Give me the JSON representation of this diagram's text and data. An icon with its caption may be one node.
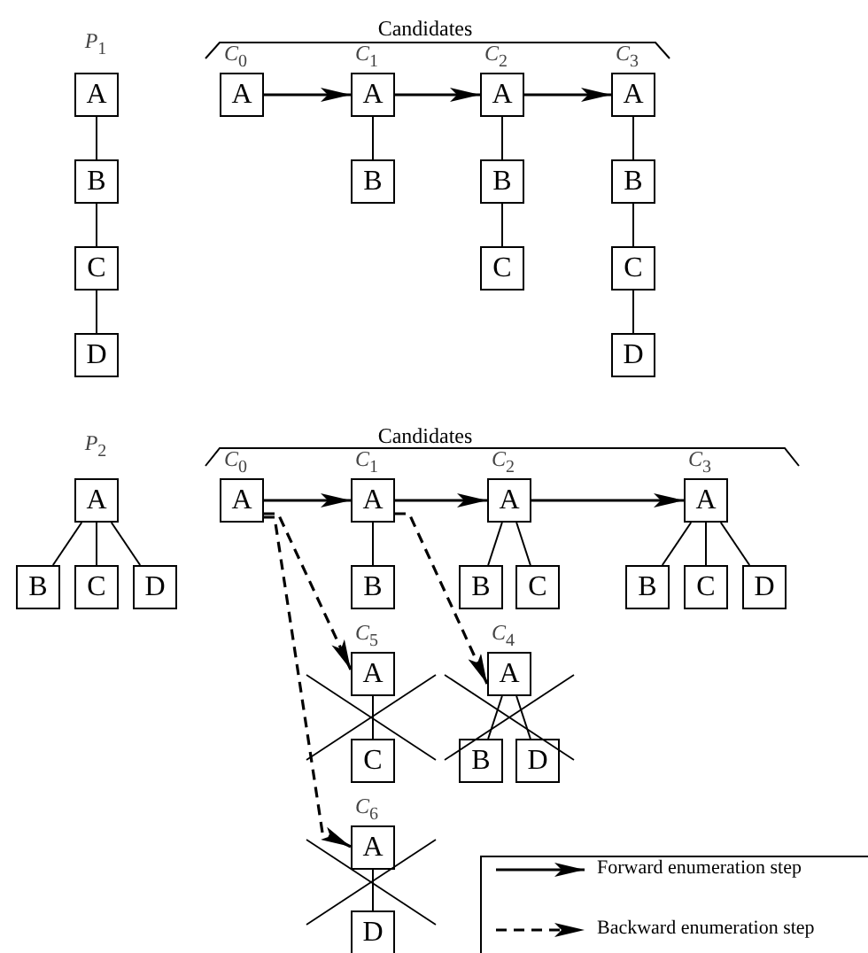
{
  "diagram": {
    "nodes": [
      {
        "text": [
          "A"
        ],
        "beside": [
          "*P*$_{1}$"
        ]
      },
      {
        "text": [
          "B"
        ]
      },
      {
        "text": [
          "C"
        ]
      },
      {
        "text": [
          "D"
        ]
      },
      {
        "text": [
          "A"
        ],
        "beside": [
          "*C*$_{0}$"
        ]
      },
      {
        "text": [
          "A"
        ],
        "beside": [
          "*C*$_{1}$"
        ]
      },
      {
        "text": [
          "B"
        ]
      },
      {
        "text": [
          "A"
        ],
        "beside": [
          "*C*$_{2}$"
        ]
      },
      {
        "text": [
          "B"
        ]
      },
      {
        "text": [
          "C"
        ]
      },
      {
        "text": [
          "A"
        ],
        "beside": [
          "*C*$_{3}$"
        ]
      },
      {
        "text": [
          "B"
        ]
      },
      {
        "text": [
          "C"
        ]
      },
      {
        "text": [
          "D"
        ]
      },
      {
        "text": [
          "A"
        ],
        "beside": [
          "*P*$_{2}$"
        ]
      },
      {
        "text": [
          "B"
        ]
      },
      {
        "text": [
          "C"
        ]
      },
      {
        "text": [
          "D"
        ]
      },
      {
        "text": [
          "A"
        ],
        "beside": [
          "*C*$_{0}$"
        ]
      },
      {
        "text": [
          "A"
        ],
        "beside": [
          "*C*$_{1}$"
        ]
      },
      {
        "text": [
          "B"
        ]
      },
      {
        "text": [
          "A"
        ],
        "beside": [
          "*C*$_{2}$"
        ]
      },
      {
        "text": [
          "B"
        ]
      },
      {
        "text": [
          "C"
        ]
      },
      {
        "text": [
          "A"
        ],
        "beside": [
          "*C*$_{3}$"
        ]
      },
      {
        "text": [
          "B"
        ]
      },
      {
        "text": [
          "C"
        ]
      },
      {
        "text": [
          "D"
        ]
      },
      {
        "text": [
          "A"
        ],
        "beside": [
          "*C*$_{5}$"
        ]
      },
      {
        "text": [
          "C"
        ]
      },
      {
        "text": [
          "A"
        ],
        "beside": [
          "*C*$_{4}$"
        ]
      },
      {
        "text": [
          "B"
        ]
      },
      {
        "text": [
          "D"
        ]
      },
      {
        "text": [
          "A"
        ],
        "beside": [
          "*C*$_{6}$"
        ]
      },
      {
        "text": [
          "D"
        ]
      }
    ],
    "edges": [
      {
        "from": 0,
        "to": 1,
        "arrow": "none"
      },
      {
        "from": 1,
        "to": 2,
        "arrow": "none"
      },
      {
        "from": 2,
        "to": 3,
        "arrow": "none"
      },
      {
        "from": 5,
        "to": 6,
        "arrow": "none"
      },
      {
        "from": 7,
        "to": 8,
        "arrow": "none"
      },
      {
        "from": 8,
        "to": 9,
        "arrow": "none"
      },
      {
        "from": 10,
        "to": 11,
        "arrow": "none"
      },
      {
        "from": 11,
        "to": 12,
        "arrow": "none"
      },
      {
        "from": 12,
        "to": 13,
        "arrow": "none"
      },
      {
        "from": 14,
        "to": 15,
        "arrow": "none"
      },
      {
        "from": 14,
        "to": 16,
        "arrow": "none"
      },
      {
        "from": 14,
        "to": 17,
        "arrow": "none"
      },
      {
        "from": 19,
        "to": 20,
        "arrow": "none"
      },
      {
        "from": 21,
        "to": 22,
        "arrow": "none"
      },
      {
        "from": 21,
        "to": 23,
        "arrow": "none"
      },
      {
        "from": 24,
        "to": 25,
        "arrow": "none"
      },
      {
        "from": 24,
        "to": 26,
        "arrow": "none"
      },
      {
        "from": 24,
        "to": 27,
        "arrow": "none"
      },
      {
        "from": 28,
        "to": 29,
        "arrow": "none"
      },
      {
        "from": 30,
        "to": 31,
        "arrow": "none"
      },
      {
        "from": 30,
        "to": 32,
        "arrow": "none"
      },
      {
        "from": 33,
        "to": 34,
        "arrow": "none"
      },
      {
        "from": 4,
        "to": 5,
        "arrow": "to"
      },
      {
        "from": 5,
        "to": 7,
        "arrow": "to"
      },
      {
        "from": 7,
        "to": 10,
        "arrow": "to"
      },
      {
        "from": 18,
        "to": 19,
        "arrow": "to"
      },
      {
        "from": 19,
        "to": 21,
        "arrow": "to"
      },
      {
        "from": 21,
        "to": 24,
        "arrow": "to"
      },
      {
        "from": 18,
        "to": 28,
        "arrow": "to",
        "style": "dashed"
      },
      {
        "from": 18,
        "to": 33,
        "arrow": "to",
        "style": "dashed"
      },
      {
        "from": 19,
        "to": 30,
        "arrow": "to",
        "style": "dashed"
      }
    ],
    "labels": [
      "Candidates",
      "Candidates"
    ],
    "legend": [
      {
        "text": "Forward enumeration step"
      },
      {
        "text": "Backward enumeration step"
      }
    ]
  }
}
